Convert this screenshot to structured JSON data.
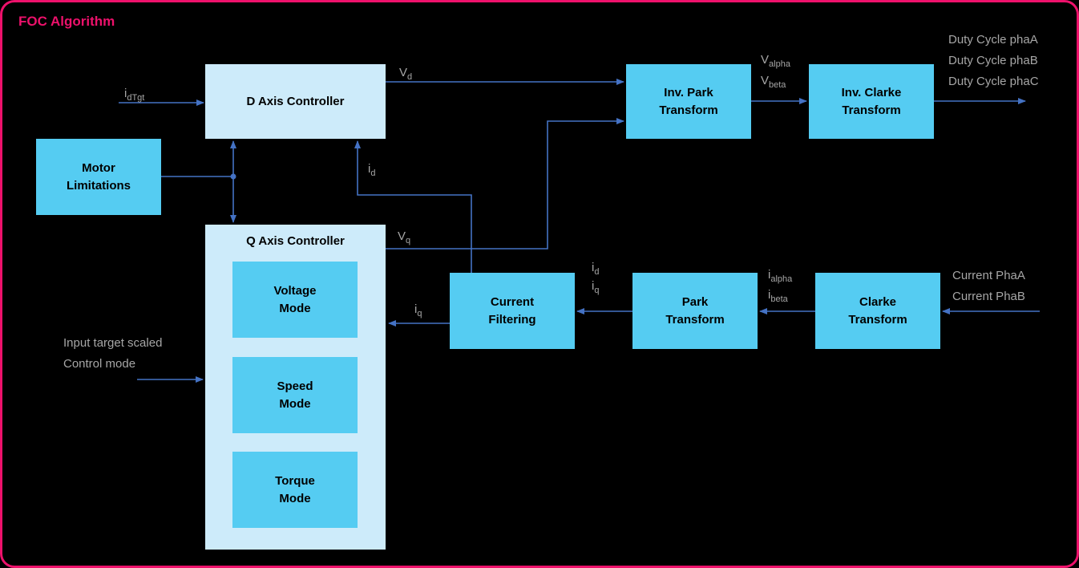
{
  "title": "FOC Algorithm",
  "colors": {
    "accent_pink": "#ED116B",
    "block_cyan": "#55CCF2",
    "block_light_blue": "#CDEBFA",
    "connector_blue": "#4472C4",
    "label_gray": "#A6A6A6",
    "background": "#000000"
  },
  "blocks": {
    "d_axis": "D Axis Controller",
    "motor_limitations": "Motor\nLimitations",
    "q_axis": "Q Axis Controller",
    "voltage_mode": "Voltage\nMode",
    "speed_mode": "Speed\nMode",
    "torque_mode": "Torque\nMode",
    "inv_park": "Inv. Park\nTransform",
    "inv_clarke": "Inv. Clarke\nTransform",
    "current_filtering": "Current\nFiltering",
    "park": "Park\nTransform",
    "clarke": "Clarke\nTransform"
  },
  "signal_labels": {
    "id_tgt": {
      "base": "i",
      "sub": "dTgt"
    },
    "v_d": {
      "base": "V",
      "sub": "d"
    },
    "v_q": {
      "base": "V",
      "sub": "q"
    },
    "v_alpha": {
      "base": "V",
      "sub": "alpha"
    },
    "v_beta": {
      "base": "V",
      "sub": "beta"
    },
    "i_d_fb": {
      "base": "i",
      "sub": "d"
    },
    "i_q_fb": {
      "base": "i",
      "sub": "q"
    },
    "i_d_mid": {
      "base": "i",
      "sub": "d"
    },
    "i_q_mid": {
      "base": "i",
      "sub": "q"
    },
    "i_alpha": {
      "base": "i",
      "sub": "alpha"
    },
    "i_beta": {
      "base": "i",
      "sub": "beta"
    }
  },
  "io_labels": {
    "duty_a": "Duty Cycle phaA",
    "duty_b": "Duty Cycle phaB",
    "duty_c": "Duty Cycle phaC",
    "current_a": "Current PhaA",
    "current_b": "Current PhaB",
    "input_target": "Input target scaled",
    "control_mode": "Control mode"
  }
}
